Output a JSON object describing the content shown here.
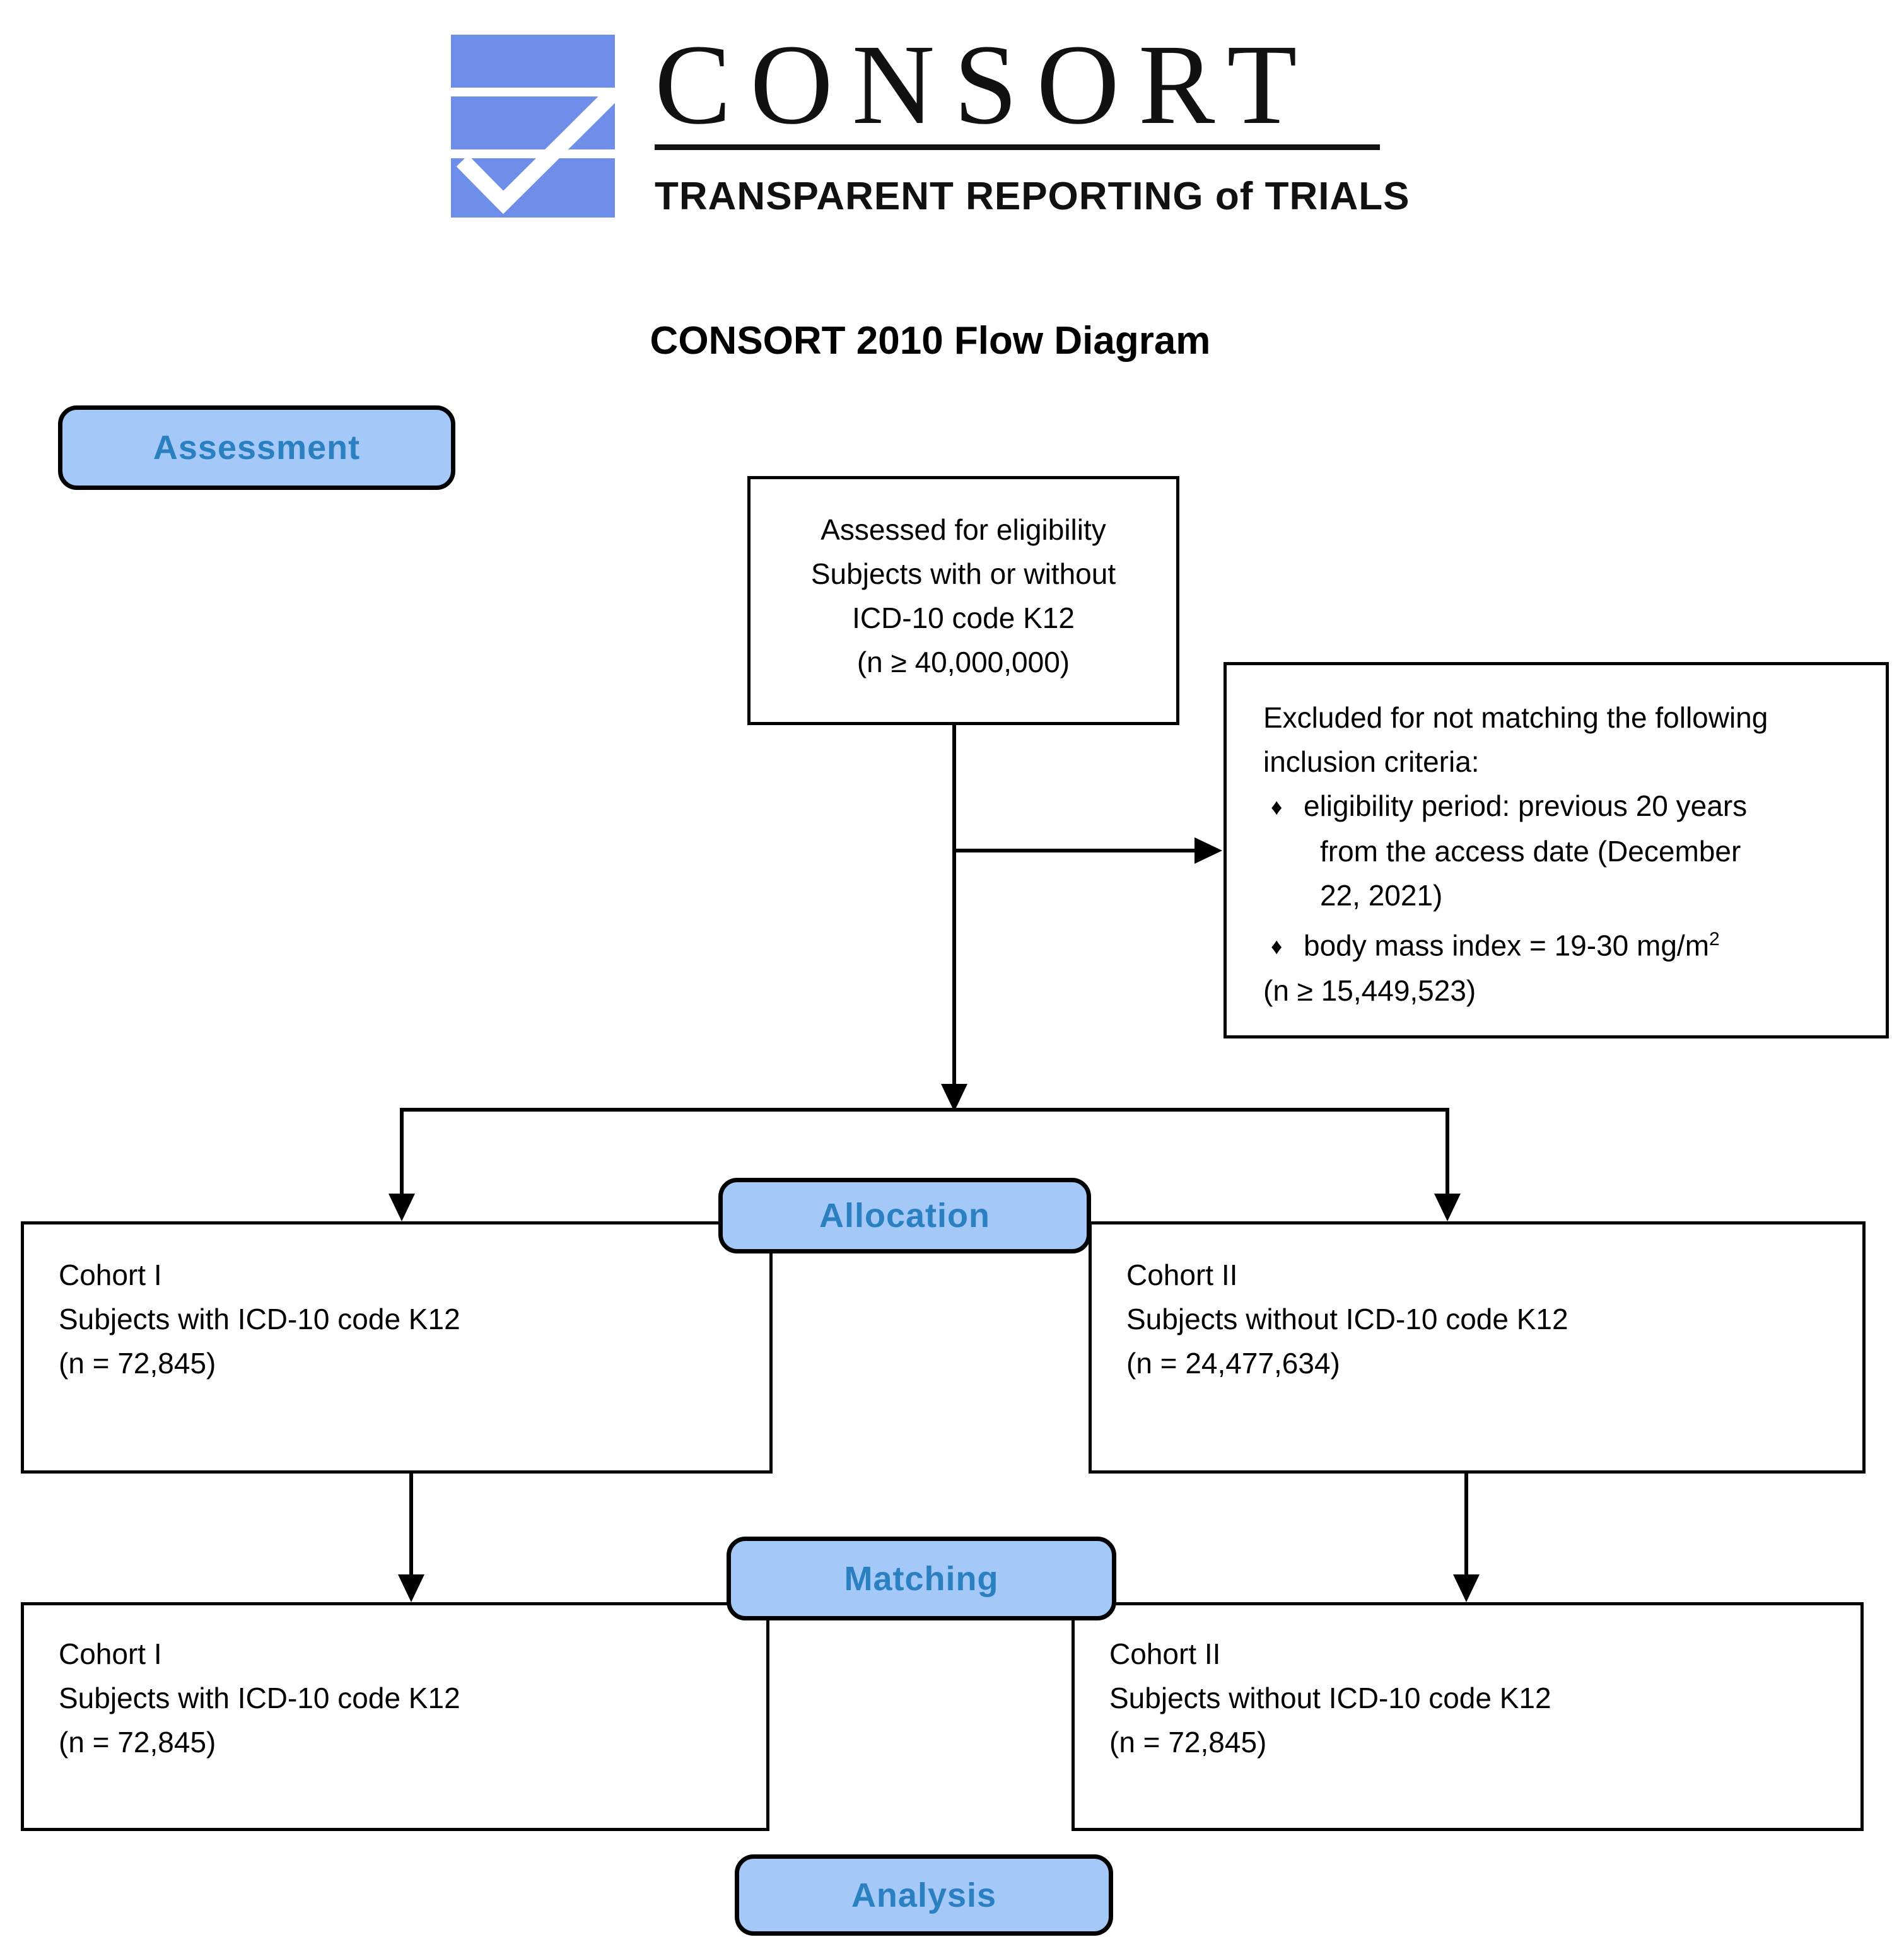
{
  "logo": {
    "brand": "CONSORT",
    "tagline": "TRANSPARENT REPORTING of TRIALS"
  },
  "page": {
    "title": "CONSORT 2010 Flow Diagram"
  },
  "colors": {
    "pill_fill": "#a4c8f7",
    "pill_text": "#2b80c2",
    "logo_blue": "#6e8ee9",
    "line_color": "#000000"
  },
  "stage_labels": {
    "assessment": "Assessment",
    "allocation": "Allocation",
    "matching": "Matching",
    "analysis": "Analysis"
  },
  "boxes": {
    "assessed": {
      "lines": [
        "Assessed for eligibility",
        "Subjects with or without",
        "ICD-10 code K12",
        "(n ≥ 40,000,000)"
      ]
    },
    "excluded": {
      "intro_line1": "Excluded for not matching the following",
      "intro_line2": "inclusion criteria:",
      "bullet_glyph": "♦",
      "bullet1_line1": "eligibility period: previous 20 years",
      "bullet1_line2": "from the access date (December",
      "bullet1_line3": "22, 2021)",
      "bullet2_text": "body mass index = 19-30 mg/m",
      "bullet2_sup": "2",
      "n_line": "(n ≥ 15,449,523)"
    },
    "allocation_cohort1": {
      "lines": [
        "Cohort I",
        "Subjects with ICD-10 code K12",
        "(n = 72,845)"
      ]
    },
    "allocation_cohort2": {
      "lines": [
        "Cohort II",
        "Subjects without ICD-10 code K12",
        "(n = 24,477,634)"
      ]
    },
    "matching_cohort1": {
      "lines": [
        "Cohort I",
        "Subjects with ICD-10 code K12",
        "(n = 72,845)"
      ]
    },
    "matching_cohort2": {
      "lines": [
        "Cohort II",
        "Subjects without ICD-10 code K12",
        "(n = 72,845)"
      ]
    }
  }
}
